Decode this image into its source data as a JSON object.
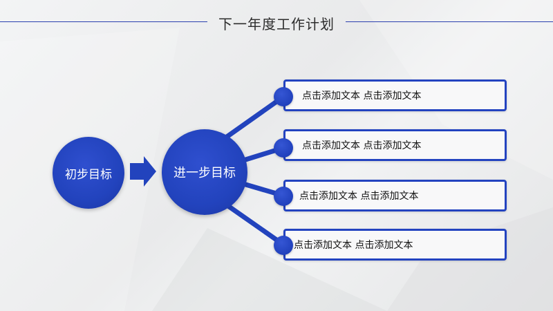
{
  "slide": {
    "title": "下一年度工作计划",
    "start_goal": "初步目标",
    "next_goal": "进一步目标",
    "items": [
      {
        "label": "点击添加文本 点击添加文本"
      },
      {
        "label": "点击添加文本 点击添加文本"
      },
      {
        "label": "点击添加文本 点击添加文本"
      },
      {
        "label": "点击添加文本 点击添加文本"
      }
    ]
  },
  "colors": {
    "accent": "#2243bd",
    "line": "#2a3fae",
    "background": "#eceded"
  },
  "icons": {
    "arrow": "right-arrow-icon"
  }
}
